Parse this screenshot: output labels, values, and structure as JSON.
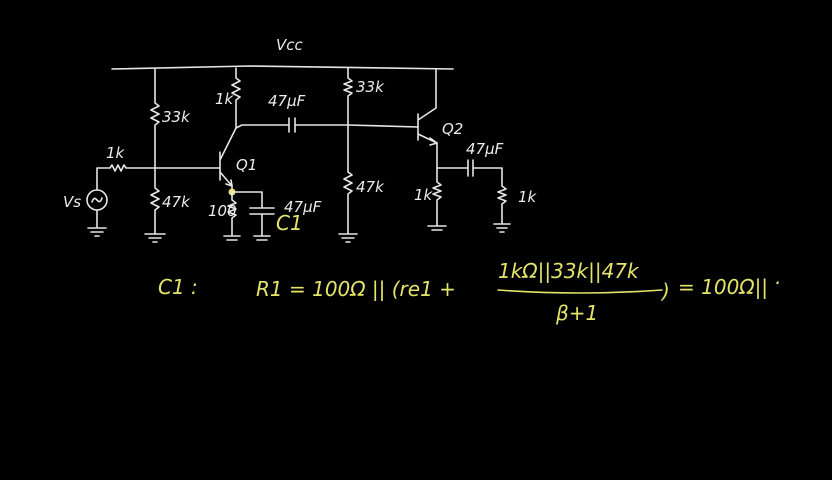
{
  "circuit": {
    "supply_label": "Vcc",
    "source_label": "Vs",
    "input_resistor": "1k",
    "q1_label": "Q1",
    "q2_label": "Q2",
    "r_top_left": "33k",
    "r_bottom_left": "47k",
    "r_collector_q1": "1k",
    "r_emitter_q1": "100",
    "c_emitter_q1": "47μF",
    "c_emitter_q1_name": "C1",
    "c_coupling_1": "47μF",
    "r_top_right": "33k",
    "r_bottom_right": "47k",
    "c_coupling_2": "47μF",
    "r_emitter_q2": "1k",
    "r_load": "1k"
  },
  "equation": {
    "prefix": "C1 :",
    "lhs": "R1 = 100Ω || (re1 +",
    "numerator": "1kΩ||33k||47k",
    "denominator": "β+1",
    "close": ")",
    "rhs": "= 100Ω||",
    "trailing": "·"
  },
  "colors": {
    "background": "#000000",
    "ink": "#e6e6e6",
    "highlight": "#e4e46a"
  }
}
